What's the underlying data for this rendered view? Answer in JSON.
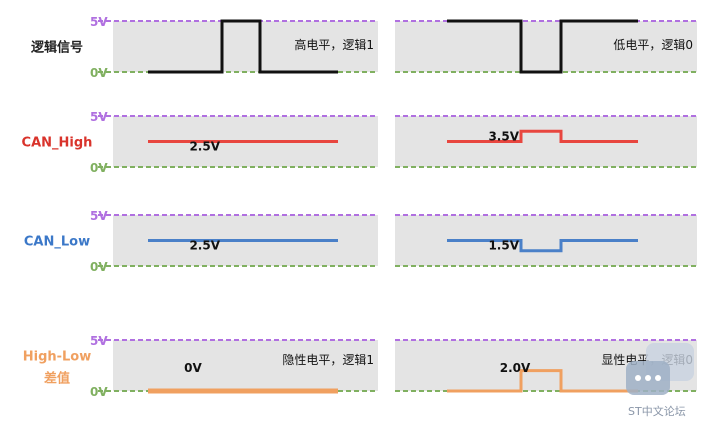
{
  "rows": [
    {
      "label": "逻辑信号",
      "label_color": "#222222",
      "signal_color": "#111111",
      "left": {
        "levels": [
          0,
          5,
          0
        ],
        "annotation": "高电平，逻辑1"
      },
      "right": {
        "levels": [
          5,
          0,
          5
        ],
        "annotation": "低电平，逻辑0"
      }
    },
    {
      "label": "CAN_High",
      "label_color": "#d9332b",
      "signal_color": "#e8463f",
      "left": {
        "levels": [
          2.5,
          2.5,
          2.5
        ],
        "annotation": "2.5V"
      },
      "right": {
        "levels": [
          2.5,
          3.5,
          2.5
        ],
        "annotation": "3.5V"
      }
    },
    {
      "label": "CAN_Low",
      "label_color": "#3b78c8",
      "signal_color": "#4a80c8",
      "left": {
        "levels": [
          2.5,
          2.5,
          2.5
        ],
        "annotation": "2.5V"
      },
      "right": {
        "levels": [
          2.5,
          1.5,
          2.5
        ],
        "annotation": "1.5V"
      }
    },
    {
      "label": "High-Low\n差值",
      "label_color": "#f0a060",
      "signal_color": "#f0a060",
      "left": {
        "levels": [
          0,
          0,
          0
        ],
        "annotation": "0V",
        "annotation2": "隐性电平，逻辑1"
      },
      "right": {
        "levels": [
          0,
          2,
          0
        ],
        "annotation": "2.0V",
        "annotation2": "显性电平，逻辑0"
      }
    }
  ],
  "axis": {
    "top_label": "5V",
    "bottom_label": "0V",
    "top_color": "#b070e0",
    "bottom_color": "#80b060"
  },
  "watermark": {
    "text": "ST中文论坛",
    "icon": "chat-bubble-icon"
  }
}
